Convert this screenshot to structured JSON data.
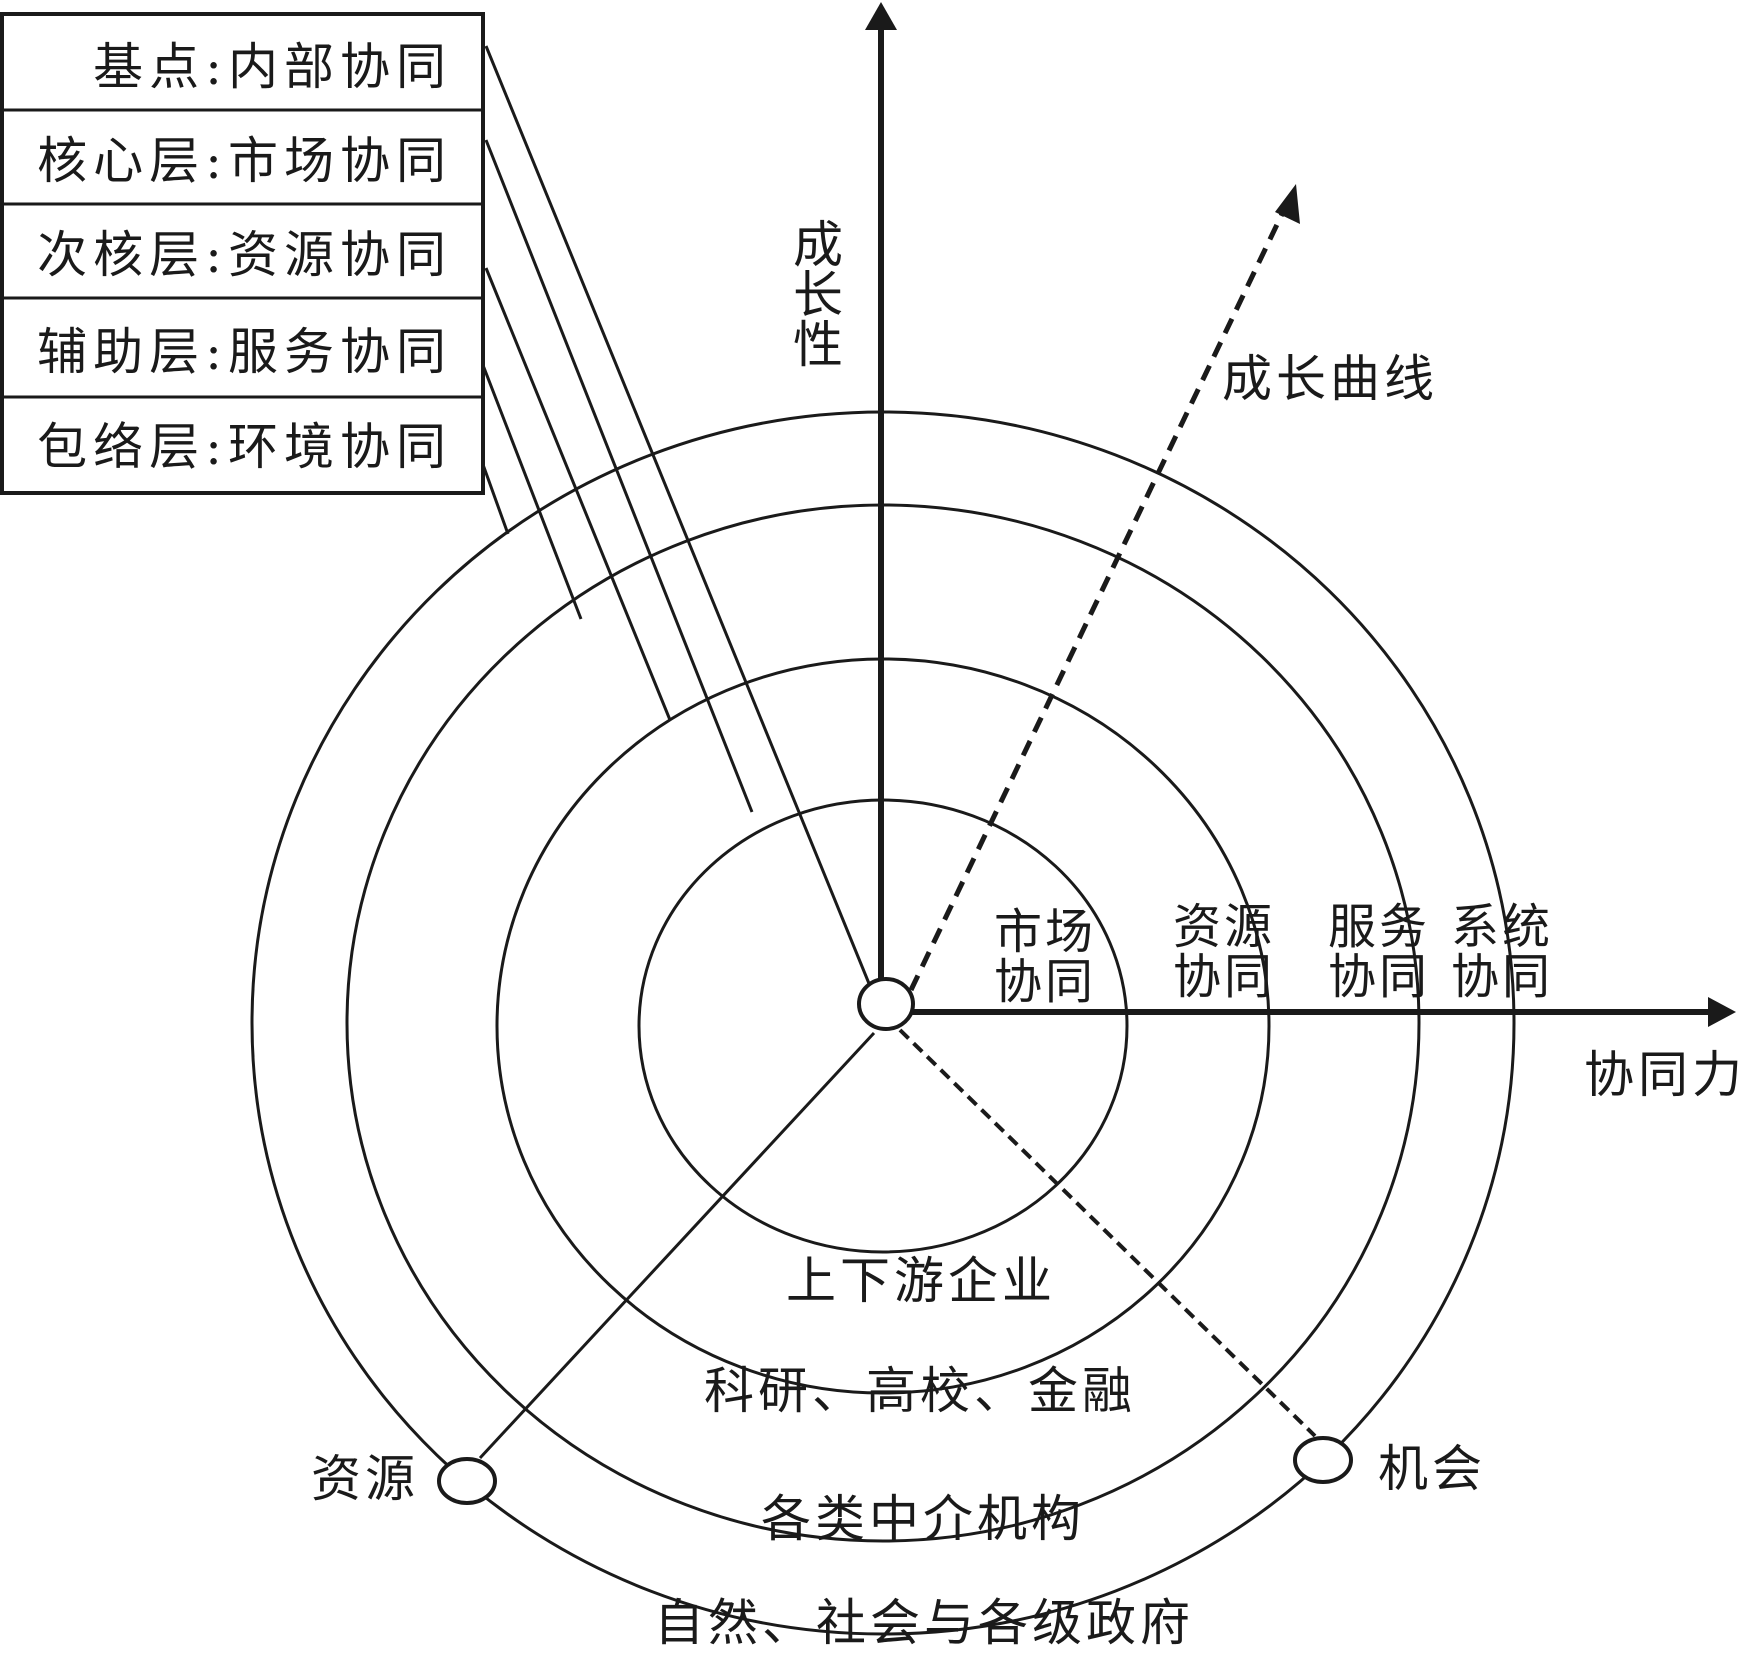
{
  "legend_box": {
    "rows": [
      "基点:内部协同",
      "核心层:市场协同",
      "次核层:资源协同",
      "辅助层:服务协同",
      "包络层:环境协同"
    ]
  },
  "axes": {
    "vertical_label": [
      "成",
      "长",
      "性"
    ],
    "horizontal_label": "协同力",
    "growth_curve_label": "成长曲线"
  },
  "axis_labels": [
    [
      "市场",
      "协同"
    ],
    [
      "资源",
      "协同"
    ],
    [
      "服务",
      "协同"
    ],
    [
      "系统",
      "协同"
    ]
  ],
  "ring_labels": [
    "上下游企业",
    "科研、高校、金融",
    "各类中介机构",
    "自然、社会与各级政府"
  ],
  "nodes": {
    "resource": "资源",
    "opportunity": "机会"
  },
  "colors": {
    "ink": "#1a1a1a",
    "background": "#ffffff"
  }
}
